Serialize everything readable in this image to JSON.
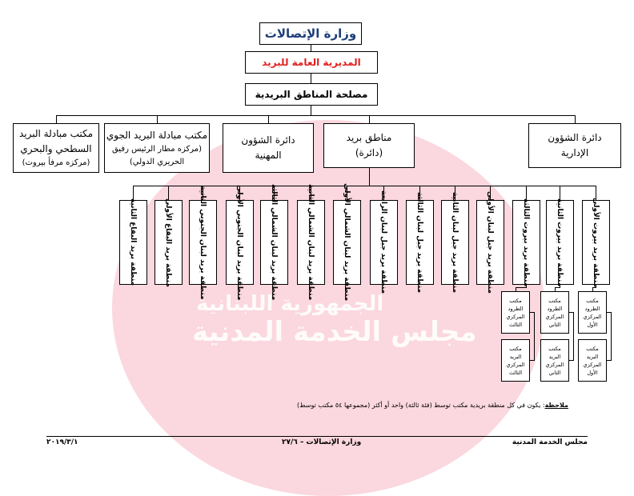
{
  "header": {
    "ministry": "وزارة الإتصالات",
    "directorate": "المديرية العامة للبريد",
    "service": "مصلحة المناطق البريدية"
  },
  "departments": {
    "admin_affairs": [
      "دائرة الشؤون",
      "الإدارية"
    ],
    "postal_regions": [
      "مناطق بريد",
      "(دائرة)"
    ],
    "professional_affairs": [
      "دائرة الشؤون",
      "المهنية"
    ],
    "air_mail_office": [
      "مكتب مبادلة البريد الجوي",
      "(مركزه مطار الرئيس رفيق",
      "الحريري الدولي)"
    ],
    "surface_sea_mail_office": [
      "مكتب مبادلة البريد",
      "السطحي والبحري",
      "(مركزه مرفأ بيروت)"
    ]
  },
  "regions": [
    "منطقة بريد بيروت الأولى",
    "منطقة بريد بيروت الثانية",
    "منطقة بريد بيروت الثالثة",
    "منطقة بريد جبل لبنان الأولى",
    "منطقة بريد جبل لبنان الثانية",
    "منطقة بريد جبل لبنان الثالثة",
    "منطقة بريد جبل لبنان الرابعة",
    "منطقة بريد لبنان الشمالي الأولى",
    "منطقة بريد لبنان الشمالي الثانية",
    "منطقة بريد لبنان الشمالي الثالثة",
    "منطقة بريد لبنان الجنوبي الأولى",
    "منطقة بريد لبنان الجنوبي الثانية",
    "منطقة بريد البقاع الأولى",
    "منطقة بريد البقاع الثانية"
  ],
  "offices": {
    "parcels_1": [
      "مكتب",
      "الطرود",
      "المركزي",
      "الأول"
    ],
    "parcels_2": [
      "مكتب",
      "الطرود",
      "المركزي",
      "الثاني"
    ],
    "parcels_3": [
      "مكتب",
      "الطرود",
      "المركزي",
      "الثالث"
    ],
    "mail_1": [
      "مكتب",
      "البريد",
      "المركزي",
      "الأول"
    ],
    "mail_2": [
      "مكتب",
      "البريد",
      "المركزي",
      "الثاني"
    ],
    "mail_3": [
      "مكتب",
      "البريد",
      "المركزي",
      "الثالث"
    ]
  },
  "note": {
    "label": "ملاحظة",
    "text": ": يكون في كل منطقة بريدية مكتب توسط (فئة ثالثة) واحد أو أكثر (مجموعها ٥٤ مكتب توسط)"
  },
  "watermark": {
    "line1": "الجمهورية اللبنانية",
    "line2": "مجلس الخدمة المدنية"
  },
  "footer": {
    "right": "مجلس الخدمة المدنية",
    "center": "وزارة الإتصالات – ٢٧/٦",
    "left": "٢٠١٩/٣/١"
  }
}
